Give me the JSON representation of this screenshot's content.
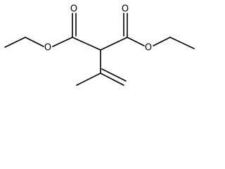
{
  "molecule": {
    "atom_labels": {
      "o_left_carbonyl": "O",
      "o_left_ester": "O",
      "o_right_carbonyl": "O",
      "o_right_ester": "O"
    },
    "colors": {
      "bond": "#000000",
      "label": "#000000",
      "background": "#ffffff"
    }
  }
}
